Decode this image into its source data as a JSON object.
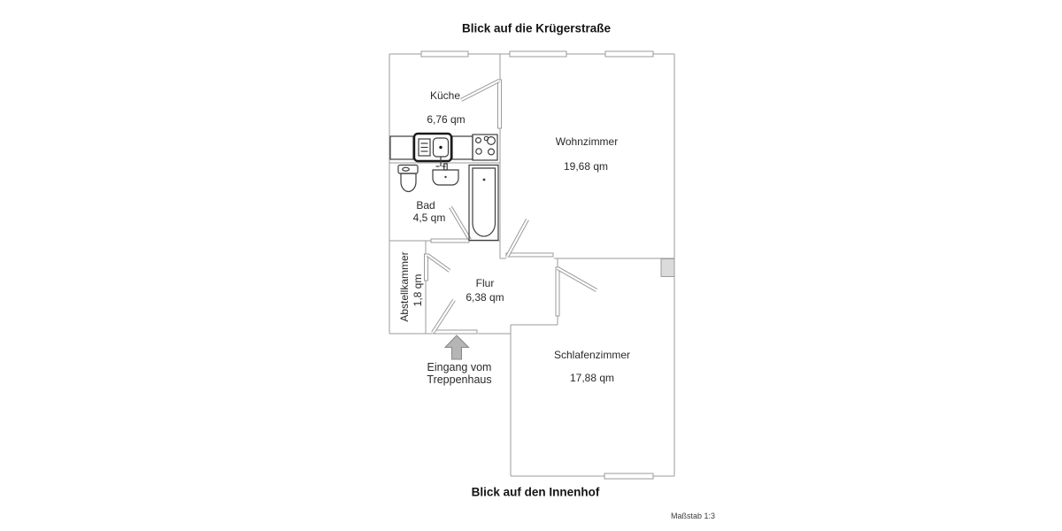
{
  "titles": {
    "top": "Blick auf die Krügerstraße",
    "bottom": "Blick auf den Innenhof",
    "scale": "Maßstab 1:3"
  },
  "rooms": {
    "kitchen": {
      "name": "Küche",
      "area": "6,76 qm"
    },
    "living_room": {
      "name": "Wohnzimmer",
      "area": "19,68 qm"
    },
    "bathroom": {
      "name": "Bad",
      "area": "4,5 qm"
    },
    "storage": {
      "name": "Abstellkammer",
      "area": "1,8 qm"
    },
    "hallway": {
      "name": "Flur",
      "area": "6,38 qm"
    },
    "bedroom": {
      "name": "Schlafenzimmer",
      "area": "17,88 qm"
    }
  },
  "entrance": {
    "label_line1": "Eingang vom",
    "label_line2": "Treppenhaus",
    "arrow_icon": "up-arrow"
  },
  "fixtures": [
    "kitchen-sink-unit",
    "stove",
    "counter",
    "toilet",
    "washbasin",
    "bathtub"
  ],
  "colors": {
    "background": "#ffffff",
    "wall": "#9b9b9b",
    "fixture_line": "#3c3c3c",
    "sink_outline": "#1a1a1a",
    "text": "#2a2a2a",
    "arrow_fill": "#b5b5b5",
    "arrow_outline": "#8a8a8a",
    "chimney_fill": "#dbdbdb"
  }
}
